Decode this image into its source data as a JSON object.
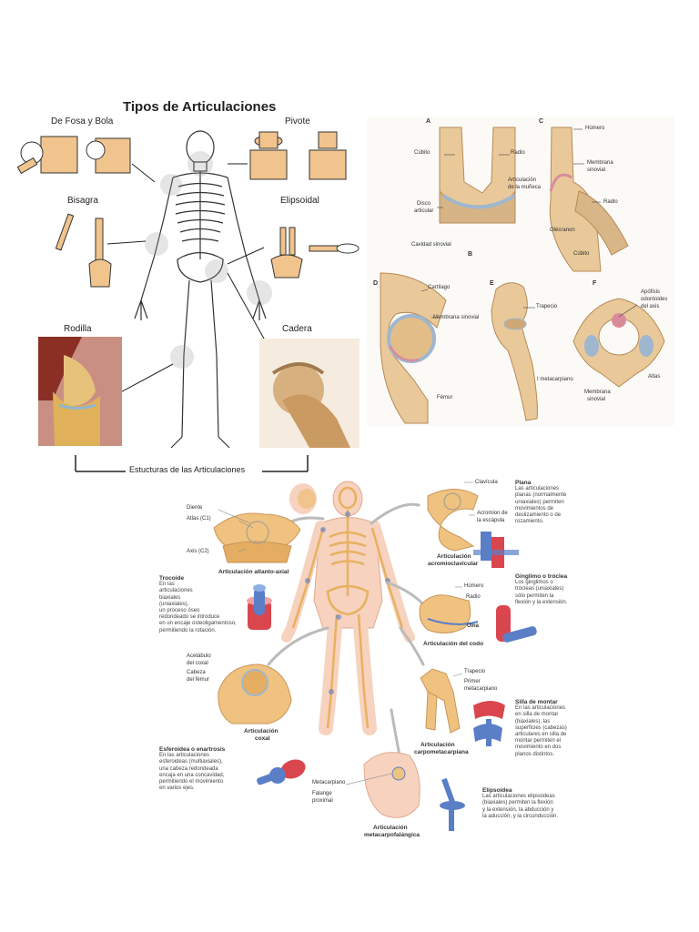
{
  "top": {
    "title": "Tipos de Articulaciones",
    "labels": {
      "fosa": "De Fosa y Bola",
      "pivote": "Pivote",
      "bisagra": "Bisagra",
      "elipsoidal": "Elipsoidal",
      "rodilla": "Rodilla",
      "cadera": "Cadera"
    },
    "bracket": "Estucturas de las Articulaciones"
  },
  "right_panel": {
    "letters": [
      "A",
      "B",
      "C",
      "D",
      "E",
      "F"
    ],
    "a": {
      "cubito": "Cúbito",
      "radio": "Radio",
      "articulacion": "Articulación",
      "muneca": "de la muñeca",
      "disco1": "Disco",
      "disco2": "articular",
      "cavidad": "Cavidad sinovial"
    },
    "c": {
      "humero": "Húmero",
      "membrana1": "Membrana",
      "membrana2": "sinovial",
      "radio": "Radio",
      "olecranon": "Olécranon",
      "cubito": "Cúbito"
    },
    "d": {
      "cartilago": "Cartílago",
      "membrana": "Membrana sinovial",
      "femur": "Fémur"
    },
    "e": {
      "trapecio": "Trapecio",
      "metacarpiano": "I metacarpiano"
    },
    "f": {
      "apofisis1": "Apófisis",
      "apofisis2": "odontoides",
      "apofisis3": "del axis",
      "atlas": "Atlas",
      "membrana1": "Membrana",
      "membrana2": "sinovial"
    }
  },
  "bottom": {
    "atlanto": {
      "diente": "Diente",
      "atlas": "Atlas (C1)",
      "axis": "Axis (C2)",
      "caption": "Articulación atlanto-axial"
    },
    "trocoide": {
      "head": "Trocoide",
      "lines": [
        "En las",
        "articulaciones",
        "biaxiales",
        "(uniaxiales),",
        "un proceso óseo",
        "redondeado se introduce",
        "en un encaje osteoligamentoso,",
        "permitiendo la rotación."
      ]
    },
    "coxal": {
      "acetabulo1": "Acetábulo",
      "acetabulo2": "del coxal",
      "cabeza1": "Cabeza",
      "cabeza2": "del fémur",
      "caption1": "Articulación",
      "caption2": "coxal"
    },
    "esferoidea": {
      "head": "Esferoidea o enartrosis",
      "lines": [
        "En las articulaciones",
        "esferoideas (multiaxiales),",
        "una cabeza redondeada",
        "encaja en una concavidad,",
        "permitiendo el movimiento",
        "en varios ejes."
      ]
    },
    "acromio": {
      "clavicula": "Clavícula",
      "acromion1": "Acromion de",
      "acromion2": "la escápula",
      "caption1": "Articulación",
      "caption2": "acromioclavicular"
    },
    "plana": {
      "head": "Plana",
      "lines": [
        "Las articulaciones",
        "planas (normalmente",
        "uniaxiales) permiten",
        "movimientos de",
        "deslizamiento o de",
        "rozamiento."
      ]
    },
    "codo": {
      "humero": "Húmero",
      "radio": "Radio",
      "ulna": "Ulna",
      "caption": "Articulación del codo"
    },
    "ginglimo": {
      "head": "Ginglimo o tróclea",
      "lines": [
        "Los ginglimos o",
        "trócleas (uniaxiales)",
        "sólo permiten la",
        "flexión y la extensión."
      ]
    },
    "carpo": {
      "trapecio": "Trapecio",
      "primer1": "Primer",
      "primer2": "metacarpiano",
      "caption1": "Articulación",
      "caption2": "carpometacarpiana"
    },
    "silla": {
      "head": "Silla de montar",
      "lines": [
        "En las articulaciones",
        "en silla de montar",
        "(biaxiales), las",
        "superficies (cabezas)",
        "articulares en silla de",
        "montar permiten el",
        "movimiento en dos",
        "planos distintos."
      ]
    },
    "metacarpo": {
      "metacarpiano": "Metacarpiano",
      "falange1": "Falange",
      "falange2": "proximal",
      "caption1": "Articulación",
      "caption2": "metacarpofalángica"
    },
    "elipsoidea": {
      "head": "Elipsoidea",
      "lines": [
        "Las articulaciones elipsoideas",
        "(biaxiales) permiten la flexión",
        "y la extensión, la abducción y",
        "la aducción, y la circunducción."
      ]
    }
  },
  "colors": {
    "bone": "#f1c48d",
    "boneDark": "#c9955a",
    "cartilage": "#9fb6cf",
    "cavityPink": "#d98b9a",
    "bodyPink": "#f6d2bf",
    "jointBlue": "#5a7fc7",
    "jointRed": "#d9464d"
  }
}
